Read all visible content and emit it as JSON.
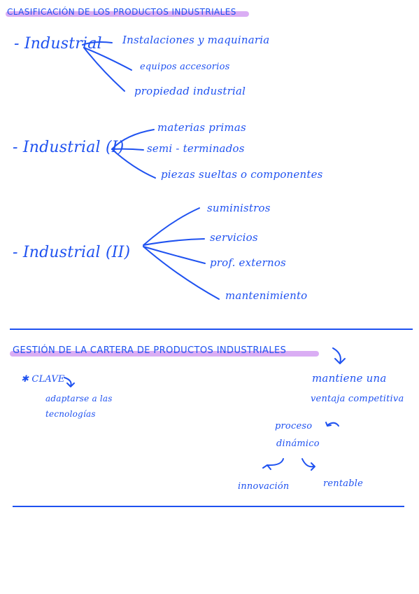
{
  "section1": {
    "title": "CLASIFICACIÓN DE LOS PRODUCTOS INDUSTRIALES",
    "groups": [
      {
        "label": "- Industrial",
        "items": [
          "Instalaciones y maquinaria",
          "equipos accesorios",
          "propiedad industrial"
        ]
      },
      {
        "label": "- Industrial (I)",
        "items": [
          "materias primas",
          "semi - terminados",
          "piezas sueltas o componentes"
        ]
      },
      {
        "label": "- Industrial (II)",
        "items": [
          "suministros",
          "servicios",
          "prof. externos",
          "mantenimiento"
        ]
      }
    ]
  },
  "section2": {
    "title": "GESTIÓN DE LA CARTERA DE PRODUCTOS INDUSTRIALES",
    "clave": "✱ CLAVE",
    "clave_text_line1": "adaptarse a las",
    "clave_text_line2": "tecnologías",
    "right_line1": "mantiene una",
    "right_line2": "ventaja competitiva",
    "proceso_line1": "proceso",
    "proceso_line2": "dinámico",
    "innovacion": "innovación",
    "rentable": "rentable"
  },
  "colors": {
    "ink": "#1f52f0",
    "highlight": "#cd92f0"
  }
}
